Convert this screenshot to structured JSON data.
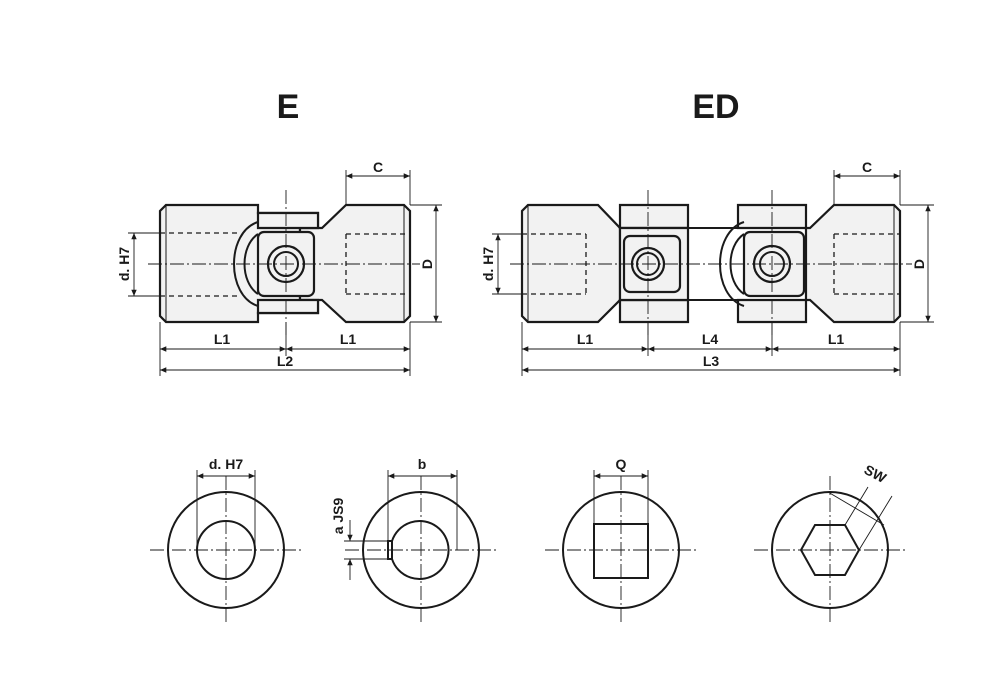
{
  "titles": {
    "single": "E",
    "double": "ED"
  },
  "labels": {
    "c": "C",
    "d_h7": "d. H7",
    "D": "D",
    "L1": "L1",
    "L2": "L2",
    "L3": "L3",
    "L4": "L4",
    "b": "b",
    "a_js9": "a JS9",
    "Q": "Q",
    "SW": "SW"
  }
}
